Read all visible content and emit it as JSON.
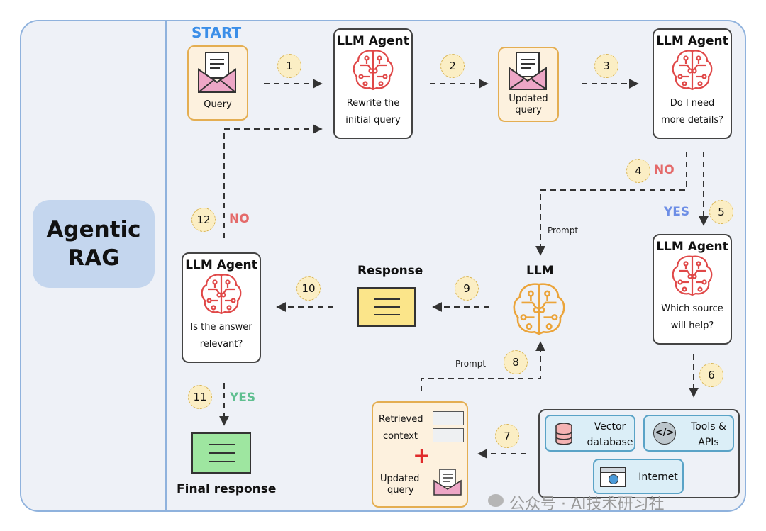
{
  "title": "Agentic\nRAG",
  "start_label": "START",
  "nodes": {
    "query": {
      "label": "Query"
    },
    "agent1": {
      "title": "LLM Agent",
      "text1": "Rewrite the",
      "text2": "initial query"
    },
    "updated_query": {
      "text1": "Updated",
      "text2": "query"
    },
    "agent2": {
      "title": "LLM Agent",
      "text1": "Do I need",
      "text2": "more details?"
    },
    "agent3": {
      "title": "LLM Agent",
      "text1": "Which source",
      "text2": "will help?"
    },
    "llm": {
      "title": "LLM"
    },
    "response": {
      "title": "Response"
    },
    "agent4": {
      "title": "LLM Agent",
      "text1": "Is the answer",
      "text2": "relevant?"
    },
    "final": {
      "title": "Final response"
    },
    "context": {
      "retrieved": "Retrieved",
      "context": "context",
      "plus": "+",
      "updated1": "Updated",
      "updated2": "query"
    }
  },
  "sources": {
    "vector": {
      "line1": "Vector",
      "line2": "database"
    },
    "tools": {
      "line1": "Tools &",
      "line2": "APIs"
    },
    "internet": {
      "line1": "Internet"
    }
  },
  "steps": [
    "1",
    "2",
    "3",
    "4",
    "5",
    "6",
    "7",
    "8",
    "9",
    "10",
    "11",
    "12"
  ],
  "labels": {
    "no": "NO",
    "yes": "YES",
    "prompt": "Prompt"
  },
  "watermark": "公众号 · AI技术研习社",
  "colors": {
    "accent_blue": "#3b8ee8",
    "brain_red": "#e04848",
    "brain_orange": "#eba43a",
    "no_red": "#e46a6a",
    "yes_blue": "#6d8ee6",
    "yes_green": "#5fbf90"
  }
}
